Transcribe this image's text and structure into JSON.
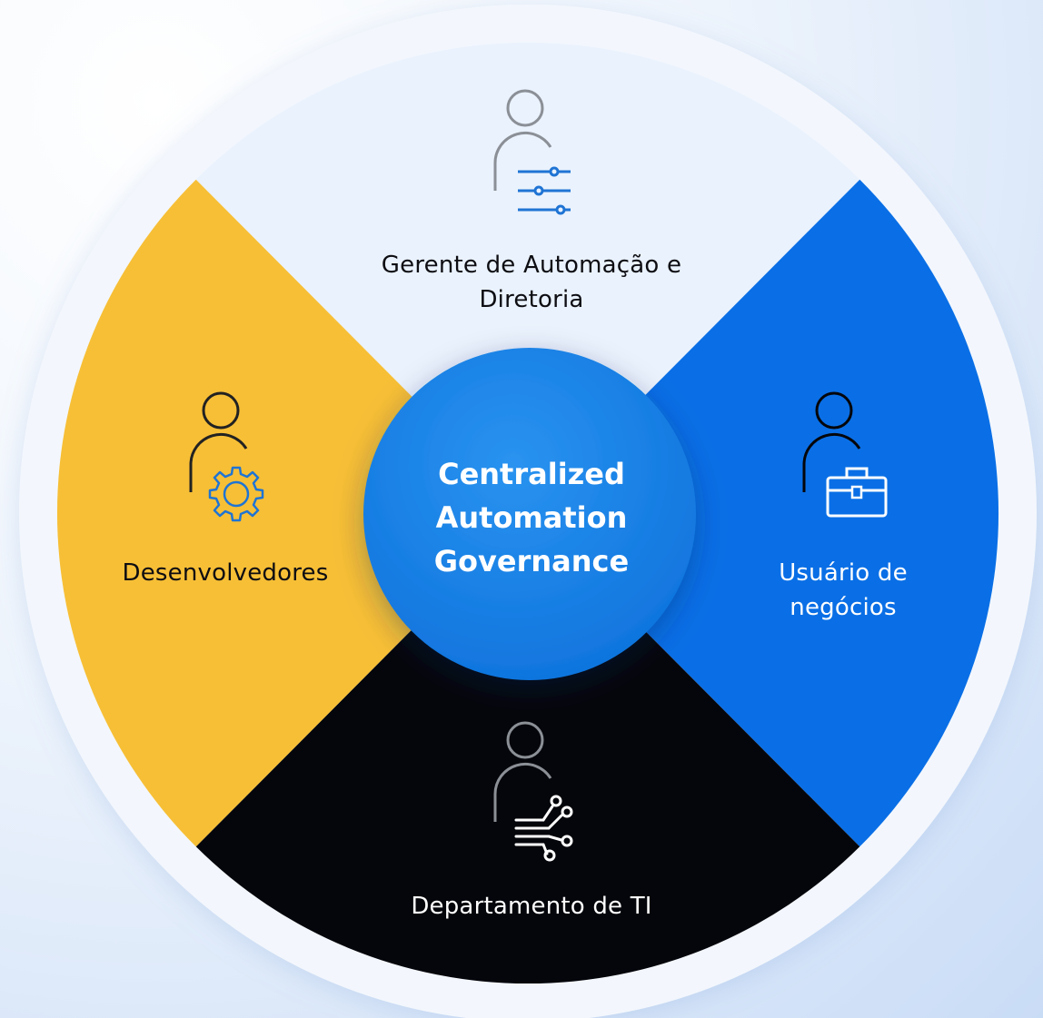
{
  "center": {
    "title": "Centralized\nAutomation\nGovernance"
  },
  "segments": {
    "top": {
      "label": "Gerente de Automação e\nDiretoria",
      "icon": "person-sliders-icon"
    },
    "left": {
      "label": "Desenvolvedores",
      "icon": "person-gear-icon"
    },
    "right": {
      "label": "Usuário de\nnegócios",
      "icon": "person-briefcase-icon"
    },
    "bottom": {
      "label": "Departamento de TI",
      "icon": "person-circuit-icon"
    }
  },
  "colors": {
    "top": "#eaf2fd",
    "left": "#f7bf36",
    "right": "#0a6fe6",
    "bottom": "#05060b",
    "center": "#1a86e8",
    "ring": "#f3f7fd",
    "text_dark": "#0d0d12",
    "text_light": "#ffffff",
    "icon_gray": "#8b8f96",
    "icon_blue": "#1f74d4",
    "icon_dark": "#222222"
  }
}
